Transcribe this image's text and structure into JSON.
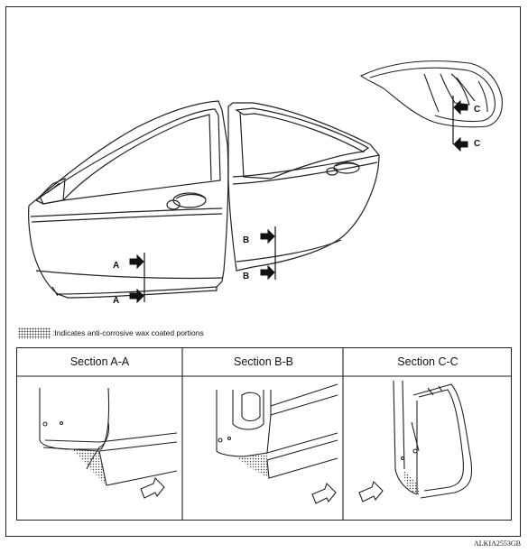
{
  "labels": {
    "a_top": "A",
    "a_bottom": "A",
    "b_top": "B",
    "b_bottom": "B",
    "c_top": "C",
    "c_bottom": "C"
  },
  "legend": {
    "text": ":Indicates anti-corrosive wax coated portions"
  },
  "sections": {
    "a": "Section A-A",
    "b": "Section B-B",
    "c": "Section C-C"
  },
  "reference_code": "ALKIA2553GB"
}
